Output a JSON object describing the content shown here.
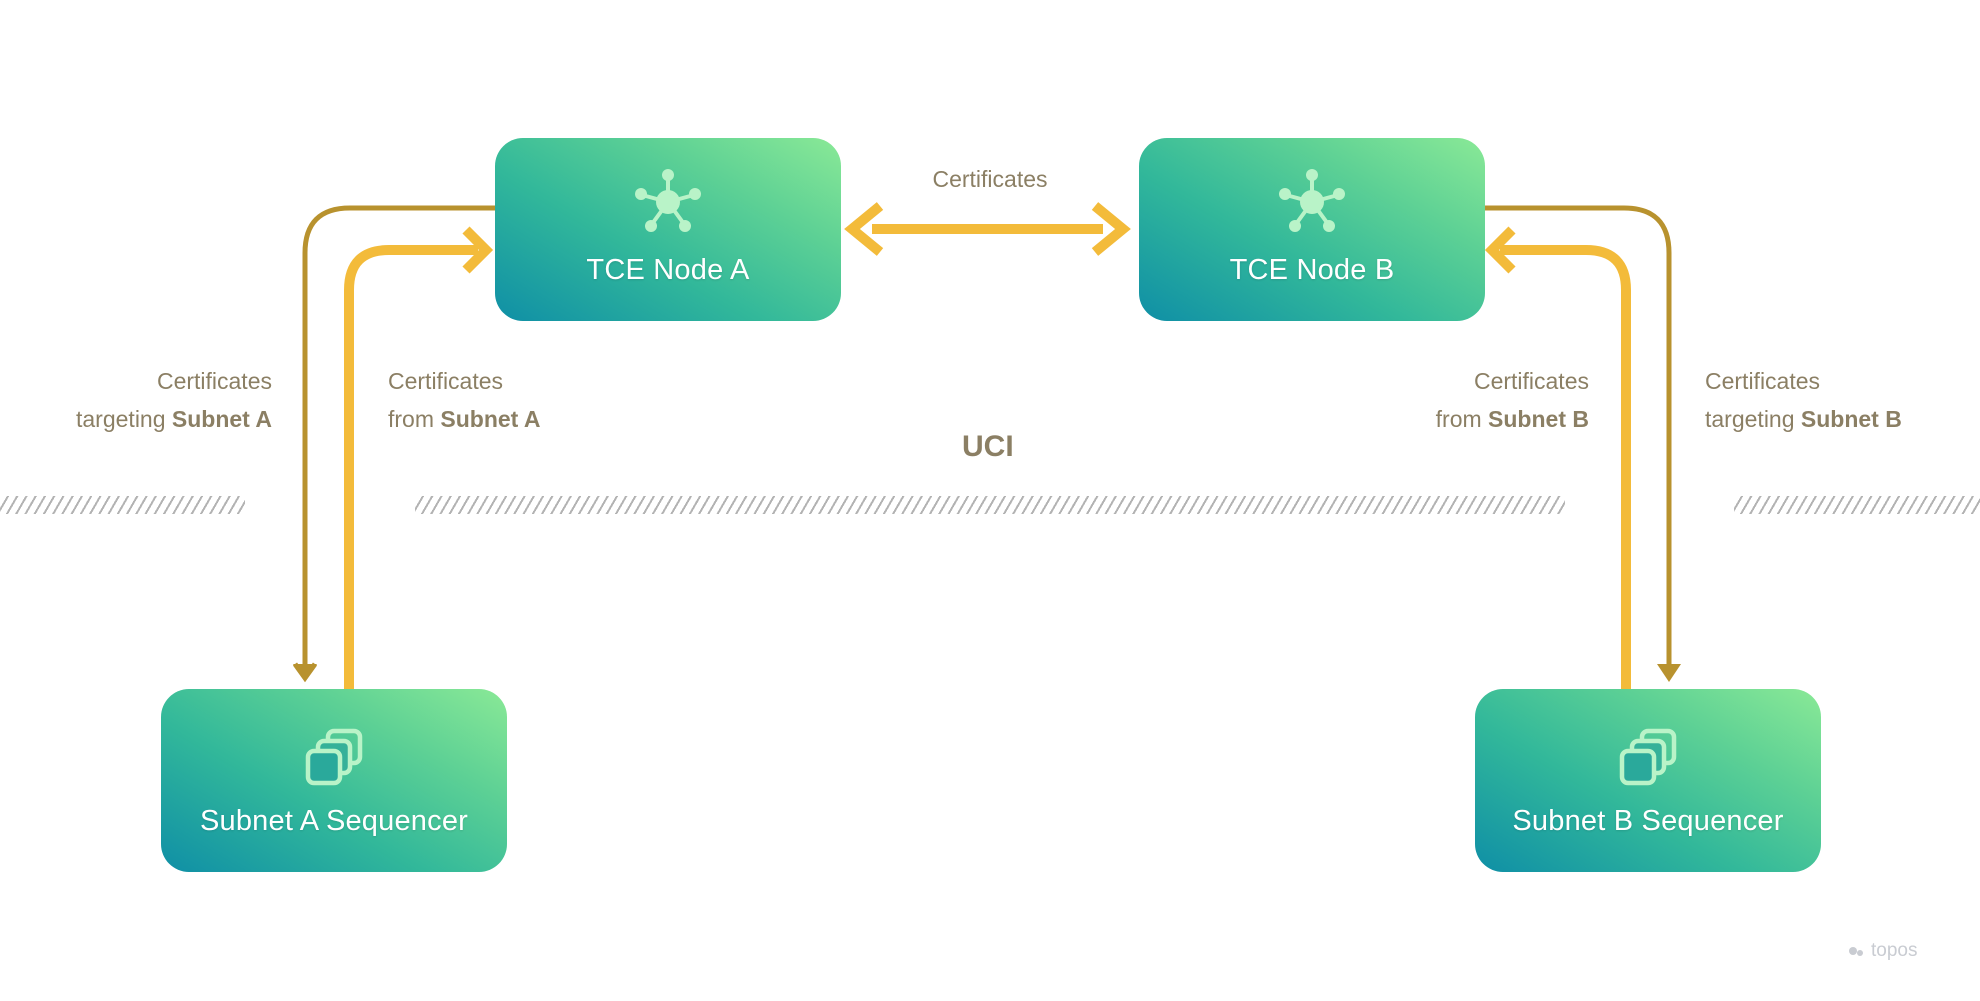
{
  "nodes": {
    "tce_a": "TCE Node A",
    "tce_b": "TCE Node B",
    "subnet_a": "Subnet A Sequencer",
    "subnet_b": "Subnet B Sequencer"
  },
  "edges": {
    "between_tce": "Certificates",
    "a_targeting": {
      "line1": "Certificates",
      "prefix": "targeting ",
      "bold": "Subnet A"
    },
    "a_from": {
      "line1": "Certificates",
      "prefix": "from ",
      "bold": "Subnet A"
    },
    "b_from": {
      "line1": "Certificates",
      "prefix": "from ",
      "bold": "Subnet B"
    },
    "b_targeting": {
      "line1": "Certificates",
      "prefix": "targeting ",
      "bold": "Subnet B"
    }
  },
  "layer_label": "UCI",
  "brand": "topos",
  "icons": {
    "tce_node": "network-hub-icon",
    "sequencer": "stacked-layers-icon",
    "brand": "topos-logo-icon"
  },
  "colors": {
    "arrow_light": "#f3bb3a",
    "arrow_dark": "#b8922e",
    "label_text": "#8b7f64",
    "box_gradient": [
      "#0f8fa6",
      "#8ae996"
    ]
  }
}
